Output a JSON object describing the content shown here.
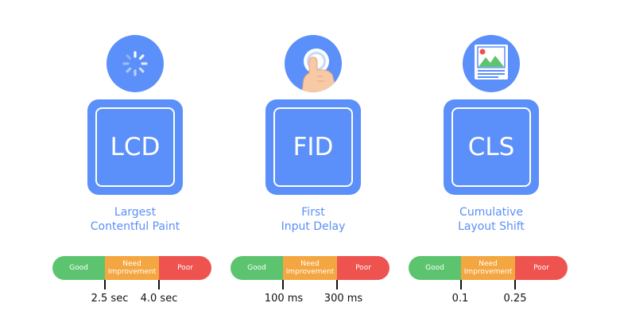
{
  "metrics": [
    {
      "abbr": "LCD",
      "name_line1": "Largest",
      "name_line2": "Contentful Paint",
      "icon": "loading-spinner-icon",
      "bar": {
        "good": "Good",
        "need_line1": "Need",
        "need_line2": "Improvement",
        "poor": "Poor"
      },
      "thresholds": [
        "2.5 sec",
        "4.0 sec"
      ]
    },
    {
      "abbr": "FID",
      "name_line1": "First",
      "name_line2": "Input Delay",
      "icon": "tap-finger-icon",
      "bar": {
        "good": "Good",
        "need_line1": "Need",
        "need_line2": "Improvement",
        "poor": "Poor"
      },
      "thresholds": [
        "100 ms",
        "300 ms"
      ]
    },
    {
      "abbr": "CLS",
      "name_line1": "Cumulative",
      "name_line2": "Layout Shift",
      "icon": "layout-document-icon",
      "bar": {
        "good": "Good",
        "need_line1": "Need",
        "need_line2": "Improvement",
        "poor": "Poor"
      },
      "thresholds": [
        "0.1",
        "0.25"
      ]
    }
  ],
  "colors": {
    "accent": "#5b8ff9",
    "good": "#5cc46f",
    "need": "#f4a641",
    "poor": "#ef5350"
  }
}
